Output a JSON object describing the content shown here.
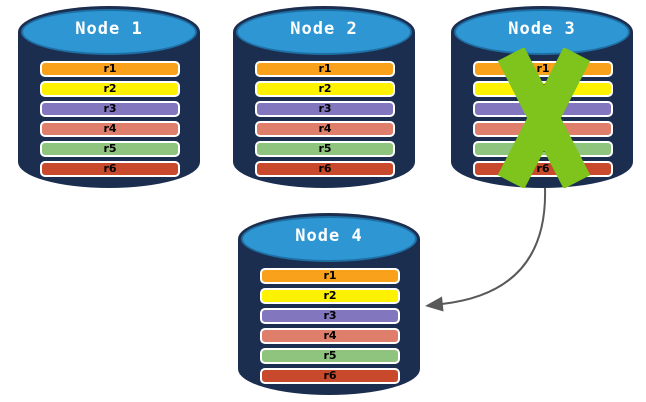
{
  "nodes": [
    {
      "title": "Node 1",
      "status": "active"
    },
    {
      "title": "Node 2",
      "status": "active"
    },
    {
      "title": "Node 3",
      "status": "failed"
    },
    {
      "title": "Node 4",
      "status": "active"
    }
  ],
  "replica_rows": [
    {
      "label": "r1",
      "color": "#f9a11b"
    },
    {
      "label": "r2",
      "color": "#fef200"
    },
    {
      "label": "r3",
      "color": "#8277be"
    },
    {
      "label": "r4",
      "color": "#de7e6b"
    },
    {
      "label": "r5",
      "color": "#8fc47e"
    },
    {
      "label": "r6",
      "color": "#c8492b"
    }
  ],
  "colors": {
    "cylinder_body": "#1c2e50",
    "cylinder_top": "#2e96d3",
    "cylinder_top_border": "#1e6fa4",
    "row_border": "#ffffff",
    "row_text": "#000000",
    "failure_x": "#7ec41d",
    "arrow": "#595959",
    "background": "#ffffff"
  },
  "annotations": {
    "failure_x_on": "Node 3",
    "arrow_from": "Node 3",
    "arrow_to": "Node 4"
  }
}
